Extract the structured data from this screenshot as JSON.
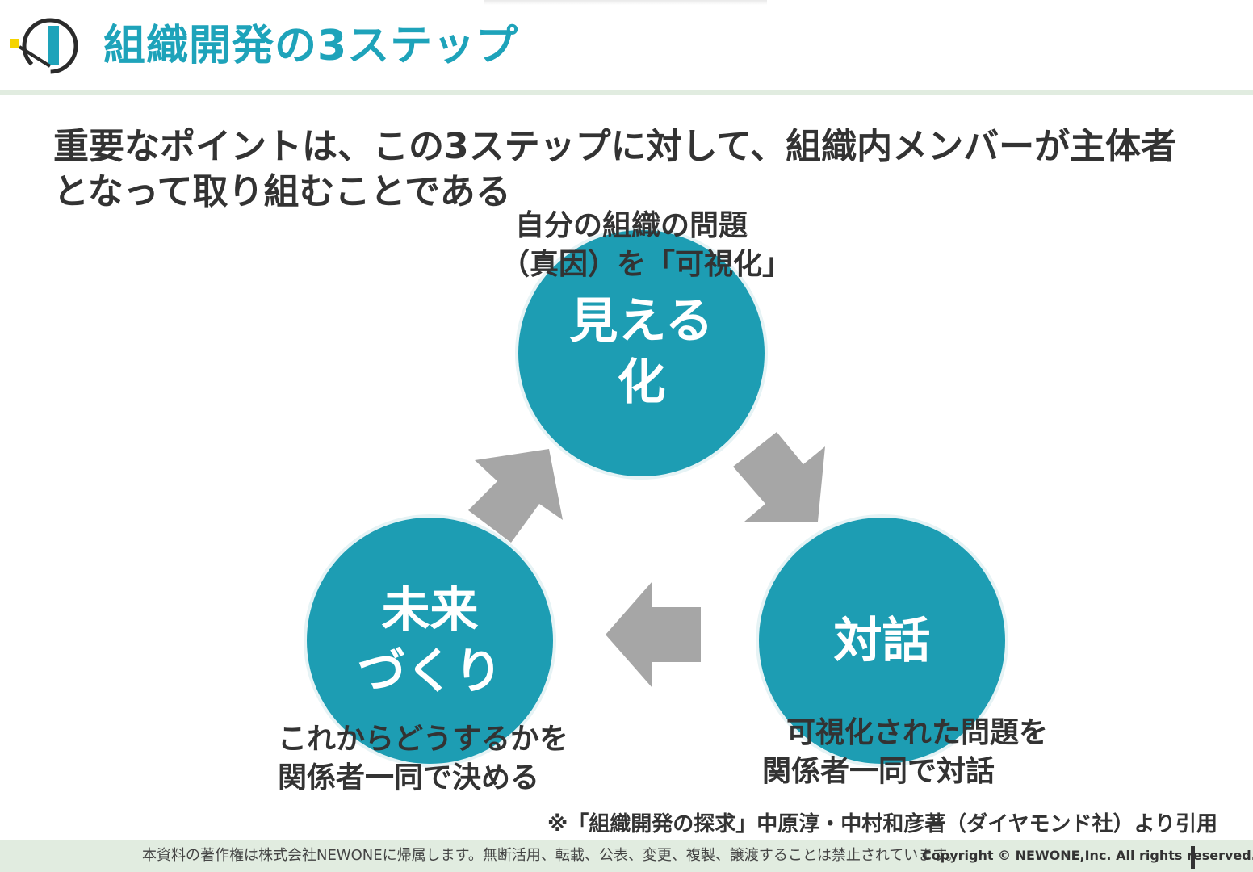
{
  "header": {
    "title": "組織開発の3ステップ"
  },
  "lead": {
    "line1": "重要なポイントは、この3ステップに対して、組織内メンバーが主体者",
    "line2": "となって取り組むことである"
  },
  "steps": [
    {
      "label_line1": "見える",
      "label_line2": "化",
      "caption_line1": "自分の組織の問題",
      "caption_line2": "（真因）を「可視化」"
    },
    {
      "label_line1": "対話",
      "caption_line1": "可視化された問題を",
      "caption_line2": "関係者一同で対話"
    },
    {
      "label_line1": "未来",
      "label_line2": "づくり",
      "caption_line1": "これからどうするかを",
      "caption_line2": "関係者一同で決める"
    }
  ],
  "source_note": "※「組織開発の探求」中原淳・中村和彦著（ダイヤモンド社）より引用",
  "footer": {
    "notice": "本資料の著作権は株式会社NEWONEに帰属します。無断活用、転載、公表、変更、複製、譲渡することは禁止されています。",
    "copyright": "Copyright © NEWONE,Inc.  All rights reserved."
  },
  "colors": {
    "accent": "#1ea3ba",
    "circle": "#1d9db3",
    "arrow": "#a6a6a6",
    "band": "#e1ece0",
    "logo_yellow": "#f5d400"
  },
  "icons": {
    "logo": "newone-logo-icon",
    "arrows": [
      "arrow-down-right-icon",
      "arrow-left-icon",
      "arrow-up-right-icon"
    ]
  }
}
